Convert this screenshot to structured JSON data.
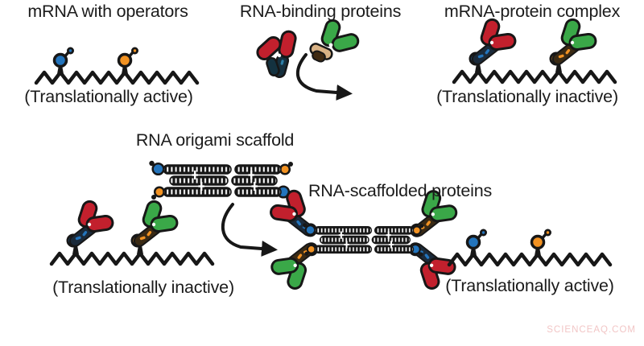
{
  "figure": {
    "top_left": {
      "title": "mRNA with operators",
      "caption": "(Translationally active)"
    },
    "top_middle": {
      "title": "RNA-binding proteins"
    },
    "top_right": {
      "title": "mRNA-protein complex",
      "caption": "(Translationally inactive)"
    },
    "middle": {
      "scaffold_label": "RNA origami scaffold",
      "scaffolded_label": "RNA-scaffolded proteins"
    },
    "bottom_left": {
      "caption": "(Translationally inactive)"
    },
    "bottom_right": {
      "caption": "(Translationally active)"
    }
  },
  "watermark": "SCIENCEAQ.COM",
  "colors": {
    "operator_blue": "#2374bc",
    "operator_orange": "#f29222",
    "protein_red": "#c2202d",
    "protein_green": "#3aa848",
    "domain_navy": "#1b2a3a",
    "domain_brown": "#3a2a14",
    "outline": "#171717",
    "watermark_pink": "#f2c6c6",
    "background": "#ffffff"
  },
  "icons": {
    "mrna": "zigzag-line",
    "operator": "stem-loop-circle",
    "protein": "two-lobe-capsule",
    "scaffold": "striped-duplex-bars",
    "arrow": "curved-right-arrow"
  }
}
